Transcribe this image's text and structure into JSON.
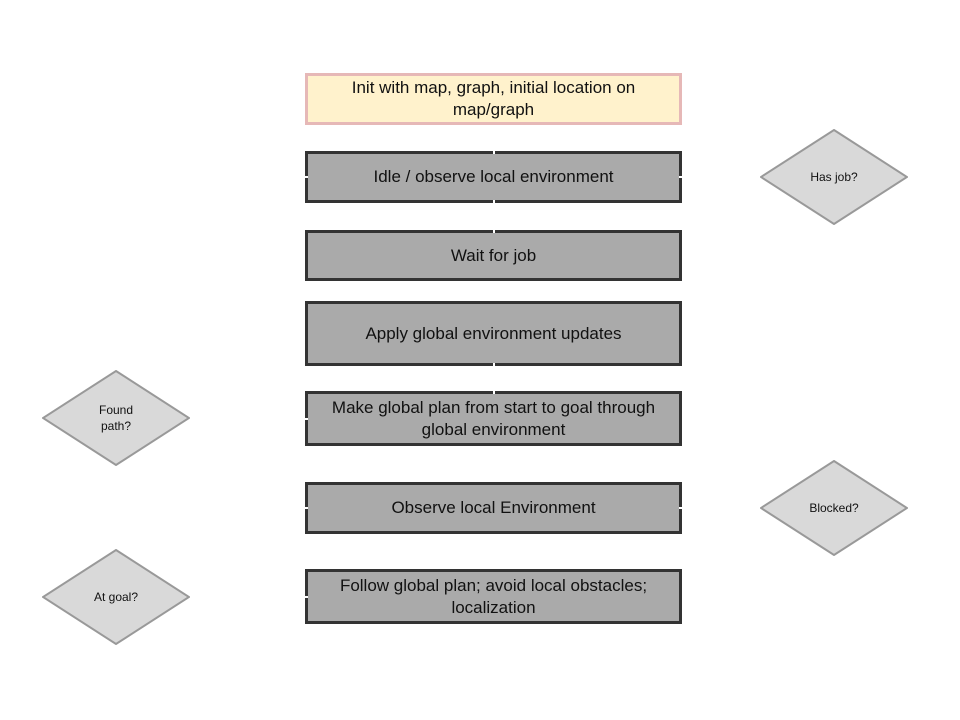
{
  "colors": {
    "init_fill": "#fff2cc",
    "init_border": "#e6b8b7",
    "step_fill": "#aaaaaa",
    "step_border": "#333333",
    "decision_fill": "#d9d9d9",
    "decision_border": "#999999"
  },
  "steps": {
    "init": "Init with map, graph, initial location on map/graph",
    "idle": "Idle / observe local environment",
    "wait": "Wait for job",
    "apply": "Apply global environment updates",
    "plan": "Make global plan from start to goal through global environment",
    "observe": "Observe local Environment",
    "follow": "Follow global plan; avoid local obstacles; localization"
  },
  "decisions": {
    "has_job": "Has job?",
    "found_path": "Found path?",
    "blocked": "Blocked?",
    "at_goal": "At goal?"
  }
}
